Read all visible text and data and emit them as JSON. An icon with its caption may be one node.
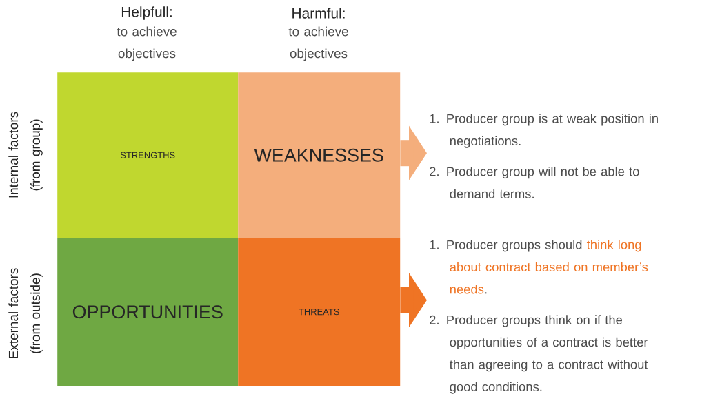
{
  "diagram": {
    "nodes": [
      {
        "text": [
          "STRENGTHS"
        ]
      },
      {
        "text": [
          "WEAKNESSES"
        ]
      },
      {
        "text": [
          "OPPORTUNITIES"
        ]
      },
      {
        "text": [
          "THREATS"
        ]
      },
      {
        "text": [
          "1. Producer group is at weak position in negotiations.",
          "2. Producer group will not be able to demand terms."
        ]
      },
      {
        "text": [
          "1. Producer groups should **think long about contract based on member’s needs**.",
          "2. Producer groups think on if the opportunities of a contract is better than agreeing to a contract without good conditions."
        ]
      }
    ],
    "edges": [
      {
        "from": 1,
        "to": 4,
        "arrow": "to",
        "color": "#f4ae7c"
      },
      {
        "from": 3,
        "to": 5,
        "arrow": "to",
        "color": "#ef7424"
      }
    ],
    "labels": [
      "Helpfull:",
      "to achieve objectives",
      "Harmful:",
      "to achieve objectives",
      "Internal factors (from group)",
      "External factors (from outside)"
    ]
  }
}
